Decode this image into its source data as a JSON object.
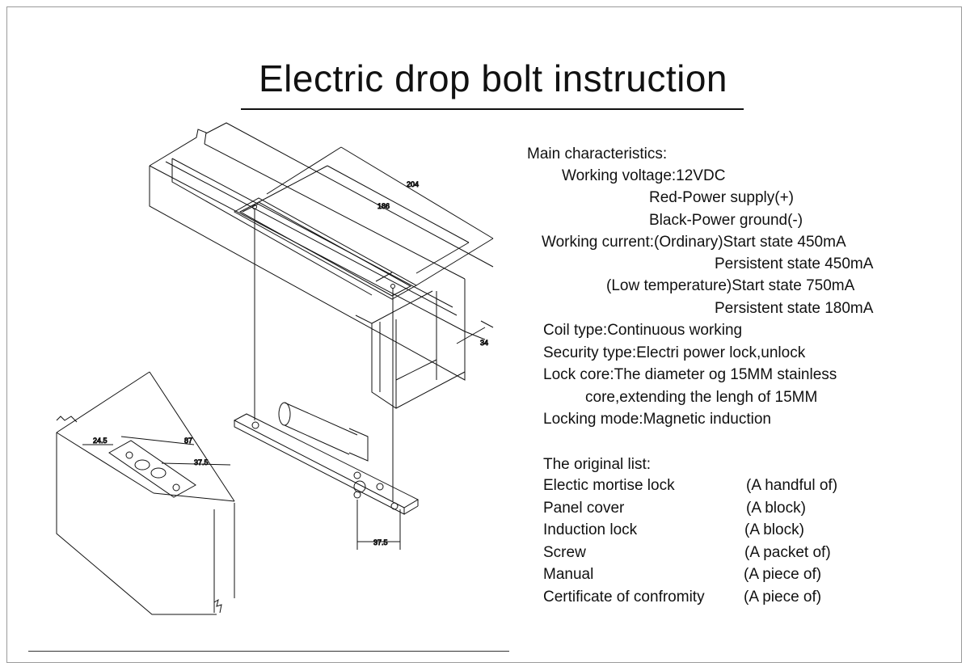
{
  "title": "Electric  drop bolt  instruction",
  "dimensions": {
    "d204": "204",
    "d186": "186",
    "d34": "34",
    "d87": "87",
    "d24_5": "24.5",
    "d37_5_left": "37.5",
    "d37_5_bottom": "37.5"
  },
  "characteristics": {
    "heading": "Main characteristics:",
    "voltage": "Working voltage:12VDC",
    "red": "Red-Power supply(+)",
    "black": "Black-Power ground(-)",
    "current_ordinary": "Working current:(Ordinary)Start state 450mA",
    "persistent_ordinary": "Persistent state 450mA",
    "current_low": "(Low temperature)Start state 750mA",
    "persistent_low": "Persistent state 180mA",
    "coil": "Coil type:Continuous working",
    "security": "Security type:Electri power lock,unlock",
    "lock_core_1": "Lock core:The diameter og 15MM stainless",
    "lock_core_2": "core,extending the lengh of 15MM",
    "locking_mode": "Locking mode:Magnetic induction"
  },
  "original_list": {
    "heading": "The original list:",
    "items": [
      {
        "name": "Electic mortise lock",
        "qty": "(A handful of)"
      },
      {
        "name": "Panel cover",
        "qty": "(A block)"
      },
      {
        "name": "Induction lock",
        "qty": "(A block)"
      },
      {
        "name": "Screw",
        "qty": "(A packet of)"
      },
      {
        "name": "Manual",
        "qty": "(A piece of)"
      },
      {
        "name": "Certificate of confromity",
        "qty": "(A piece of)"
      }
    ]
  }
}
